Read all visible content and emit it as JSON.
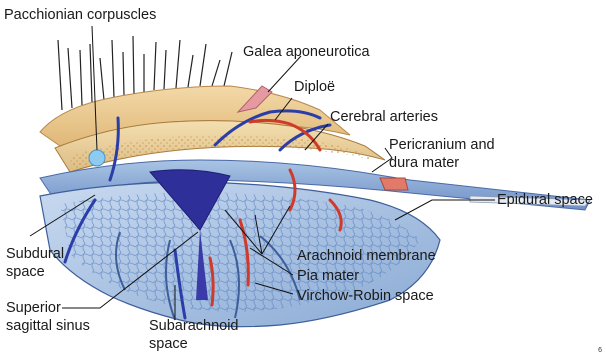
{
  "labels": {
    "pacchionian": "Pacchionian corpuscles",
    "galea": "Galea aponeurotica",
    "diploe": "Diploë",
    "cerebral_arteries": "Cerebral arteries",
    "pericranium": [
      "Pericranium and",
      "dura mater"
    ],
    "epidural": "Epidural space",
    "subdural": [
      "Subdural",
      "space"
    ],
    "arachnoid": "Arachnoid membrane",
    "pia": "Pia mater",
    "virchow": "Virchow-Robin space",
    "superior_sinus": [
      "Superior",
      "sagittal sinus"
    ],
    "subarachnoid": [
      "Subarachnoid",
      "space"
    ],
    "corner_mark": "6"
  }
}
